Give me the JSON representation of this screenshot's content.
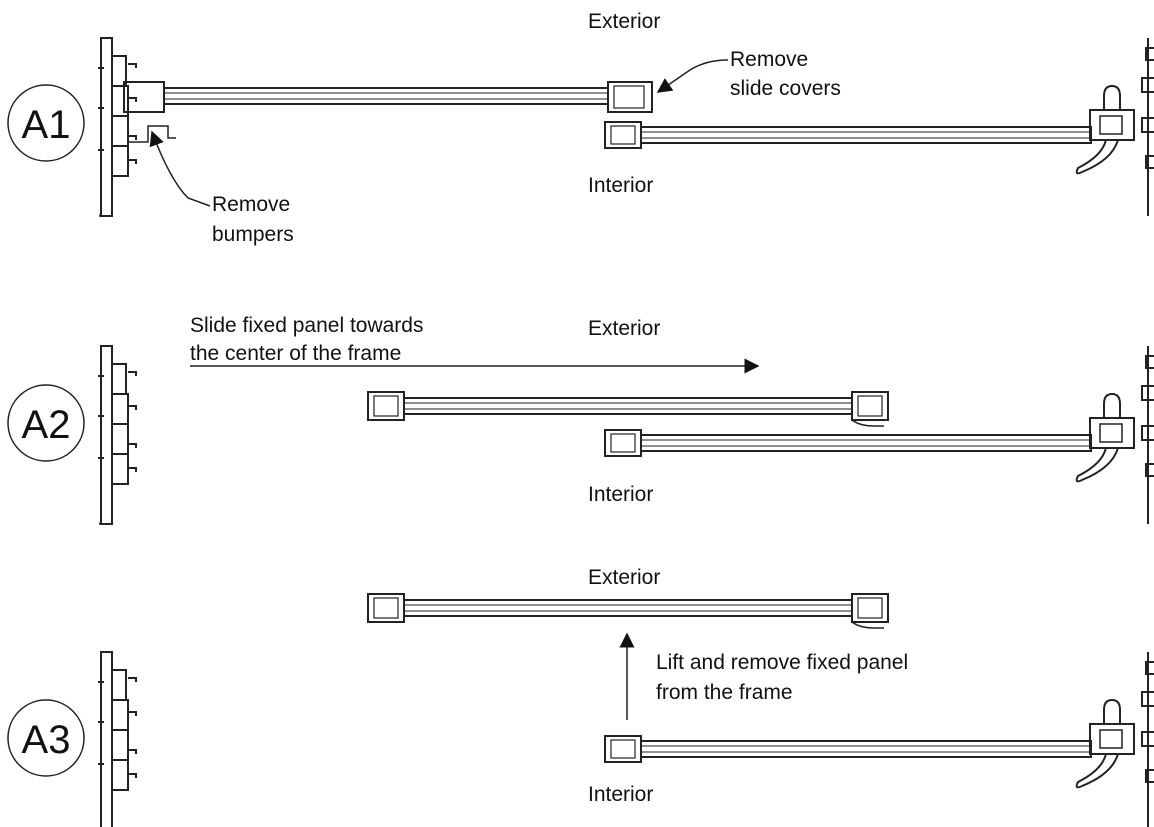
{
  "steps": [
    {
      "id": "A1",
      "label": "A1",
      "exterior": "Exterior",
      "interior": "Interior",
      "callouts": [
        {
          "line1": "Remove",
          "line2": "slide covers"
        },
        {
          "line1": "Remove",
          "line2": "bumpers"
        }
      ]
    },
    {
      "id": "A2",
      "label": "A2",
      "exterior": "Exterior",
      "interior": "Interior",
      "instruction": {
        "line1": "Slide fixed panel towards",
        "line2": "the center of the frame"
      }
    },
    {
      "id": "A3",
      "label": "A3",
      "exterior": "Exterior",
      "interior": "Interior",
      "instruction": {
        "line1": "Lift and remove fixed panel",
        "line2": "from the frame"
      }
    }
  ],
  "colors": {
    "line": "#222222",
    "background": "#ffffff"
  }
}
